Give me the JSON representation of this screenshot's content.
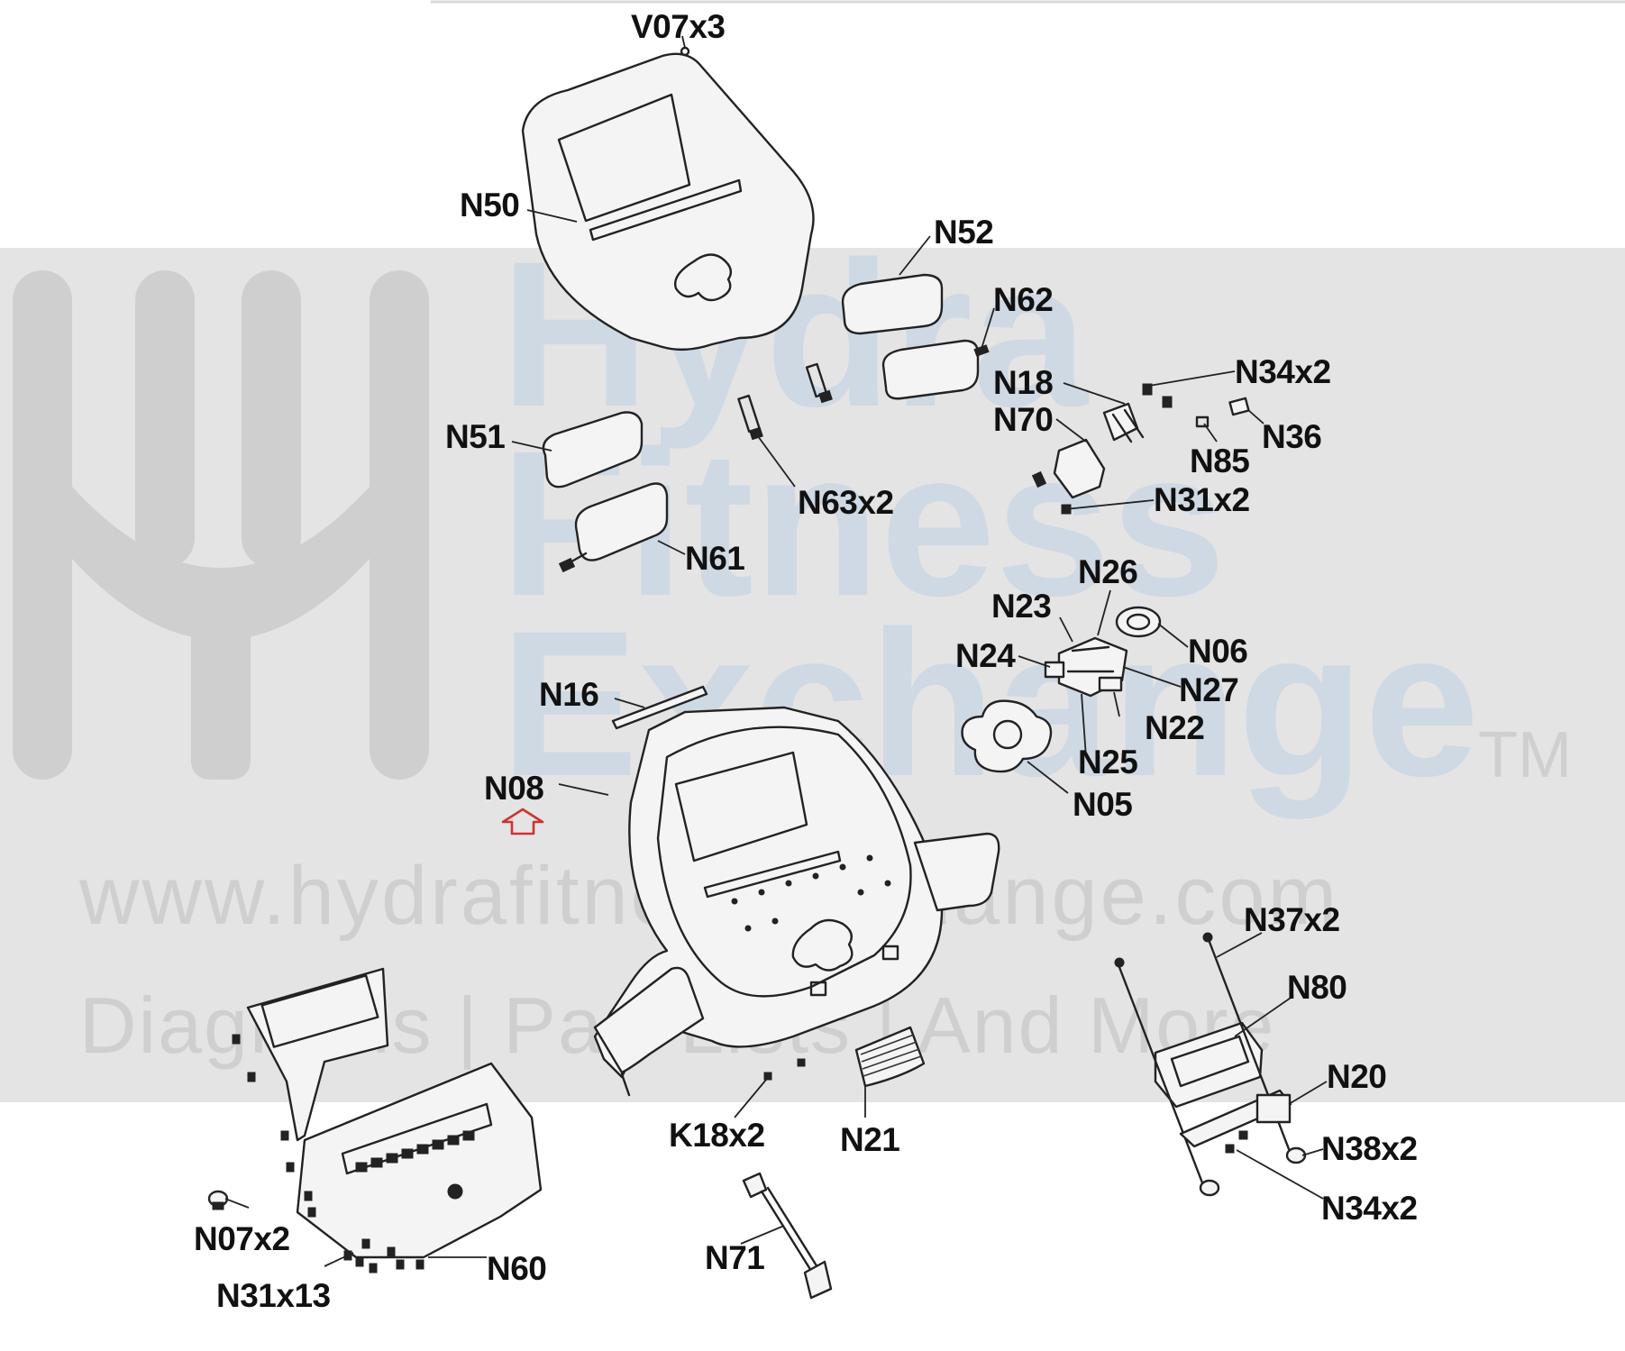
{
  "watermark": {
    "line1": "Hydra",
    "line2": "Fitness",
    "line3": "Exchange",
    "trademark": "TM",
    "url": "www.hydrafitnessexchange.com",
    "tagline": "Diagrams | Part Lists | And More",
    "band_color": "#e4e4e4",
    "logo_color": "#cfcfcf",
    "text_color": "#cfd9e3"
  },
  "highlight_color": "#cc3333",
  "labels": [
    {
      "id": "v07x3",
      "text": "V07x3"
    },
    {
      "id": "n50",
      "text": "N50"
    },
    {
      "id": "n52",
      "text": "N52"
    },
    {
      "id": "n62",
      "text": "N62"
    },
    {
      "id": "n34x2a",
      "text": "N34x2"
    },
    {
      "id": "n18",
      "text": "N18"
    },
    {
      "id": "n70",
      "text": "N70"
    },
    {
      "id": "n36",
      "text": "N36"
    },
    {
      "id": "n85",
      "text": "N85"
    },
    {
      "id": "n51",
      "text": "N51"
    },
    {
      "id": "n63x2",
      "text": "N63x2"
    },
    {
      "id": "n31x2",
      "text": "N31x2"
    },
    {
      "id": "n61",
      "text": "N61"
    },
    {
      "id": "n26",
      "text": "N26"
    },
    {
      "id": "n23",
      "text": "N23"
    },
    {
      "id": "n06",
      "text": "N06"
    },
    {
      "id": "n24",
      "text": "N24"
    },
    {
      "id": "n27",
      "text": "N27"
    },
    {
      "id": "n16",
      "text": "N16"
    },
    {
      "id": "n22",
      "text": "N22"
    },
    {
      "id": "n25",
      "text": "N25"
    },
    {
      "id": "n08",
      "text": "N08"
    },
    {
      "id": "n05",
      "text": "N05"
    },
    {
      "id": "n37x2",
      "text": "N37x2"
    },
    {
      "id": "n80",
      "text": "N80"
    },
    {
      "id": "n20",
      "text": "N20"
    },
    {
      "id": "k18x2",
      "text": "K18x2"
    },
    {
      "id": "n21",
      "text": "N21"
    },
    {
      "id": "n38x2",
      "text": "N38x2"
    },
    {
      "id": "n34x2b",
      "text": "N34x2"
    },
    {
      "id": "n07x2",
      "text": "N07x2"
    },
    {
      "id": "n60",
      "text": "N60"
    },
    {
      "id": "n71",
      "text": "N71"
    },
    {
      "id": "n31x13",
      "text": "N31x13"
    }
  ]
}
